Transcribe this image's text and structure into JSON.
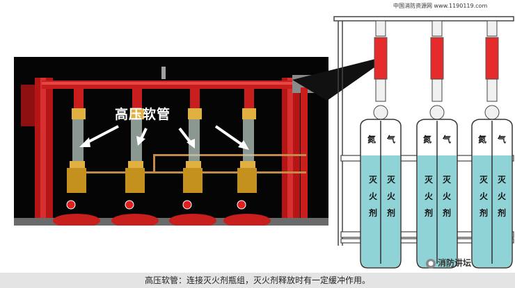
{
  "site_url": "中国消防资源网 www.1190119.com",
  "photo": {
    "hose_callout": "高压软管"
  },
  "diagram": {
    "cylinders": [
      {
        "label_left": "氮",
        "label_right": "气",
        "agent_col1": [
          "灭",
          "火",
          "剂"
        ],
        "agent_col2": [
          "灭",
          "火",
          "剂"
        ]
      },
      {
        "label_left": "氮",
        "label_right": "气",
        "agent_col1": [
          "灭",
          "火",
          "剂"
        ],
        "agent_col2": [
          "灭",
          "火",
          "剂"
        ]
      },
      {
        "label_left": "氮",
        "label_right": "气",
        "agent_col1": [
          "灭",
          "火",
          "剂"
        ],
        "agent_col2": [
          "灭",
          "火",
          "剂"
        ]
      }
    ],
    "liquid_color": "#8fd3d6",
    "hose_color": "#e52b2b"
  },
  "watermark": {
    "icon": "wechat-icon",
    "text": "消防讲坛"
  },
  "footer": {
    "caption": "高压软管：连接灭火剂瓶组，灭火剂释放时有一定缓冲作用。"
  }
}
